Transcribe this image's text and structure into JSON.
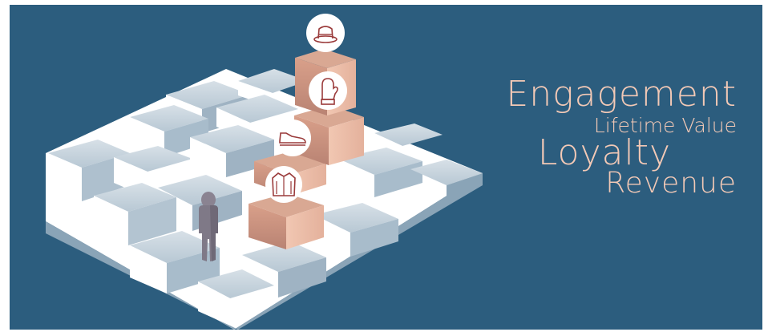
{
  "headline": {
    "line1": "Engagement",
    "line2": "Lifetime Value",
    "line3": "Loyalty",
    "line4": "Revenue"
  },
  "colors": {
    "background": "#2c5d7e",
    "headline_text": "#f3c9b6",
    "step_top": "#c9d4dd",
    "step_side": "#ffffff",
    "step_shadow": "#9fb3c3",
    "accent_box_front": "#c48f7d",
    "accent_box_side": "#e9b9a2",
    "figure": "#7f7987",
    "icon_stroke": "#9a3a3a"
  },
  "icons": [
    "hat-icon",
    "mitten-icon",
    "shoe-icon",
    "jacket-icon"
  ]
}
